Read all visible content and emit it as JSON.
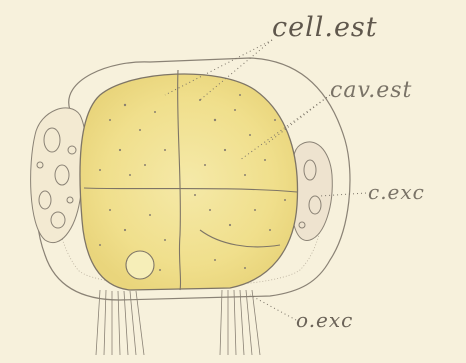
{
  "labels": {
    "cell_est": "cell.est",
    "cav_est": "cav.est",
    "c_exc": "c.exc",
    "o_exc": "o.exc"
  },
  "colors": {
    "paper": "#f7f1dc",
    "yolk": "#f1e39a",
    "ink": "#6b6358"
  }
}
